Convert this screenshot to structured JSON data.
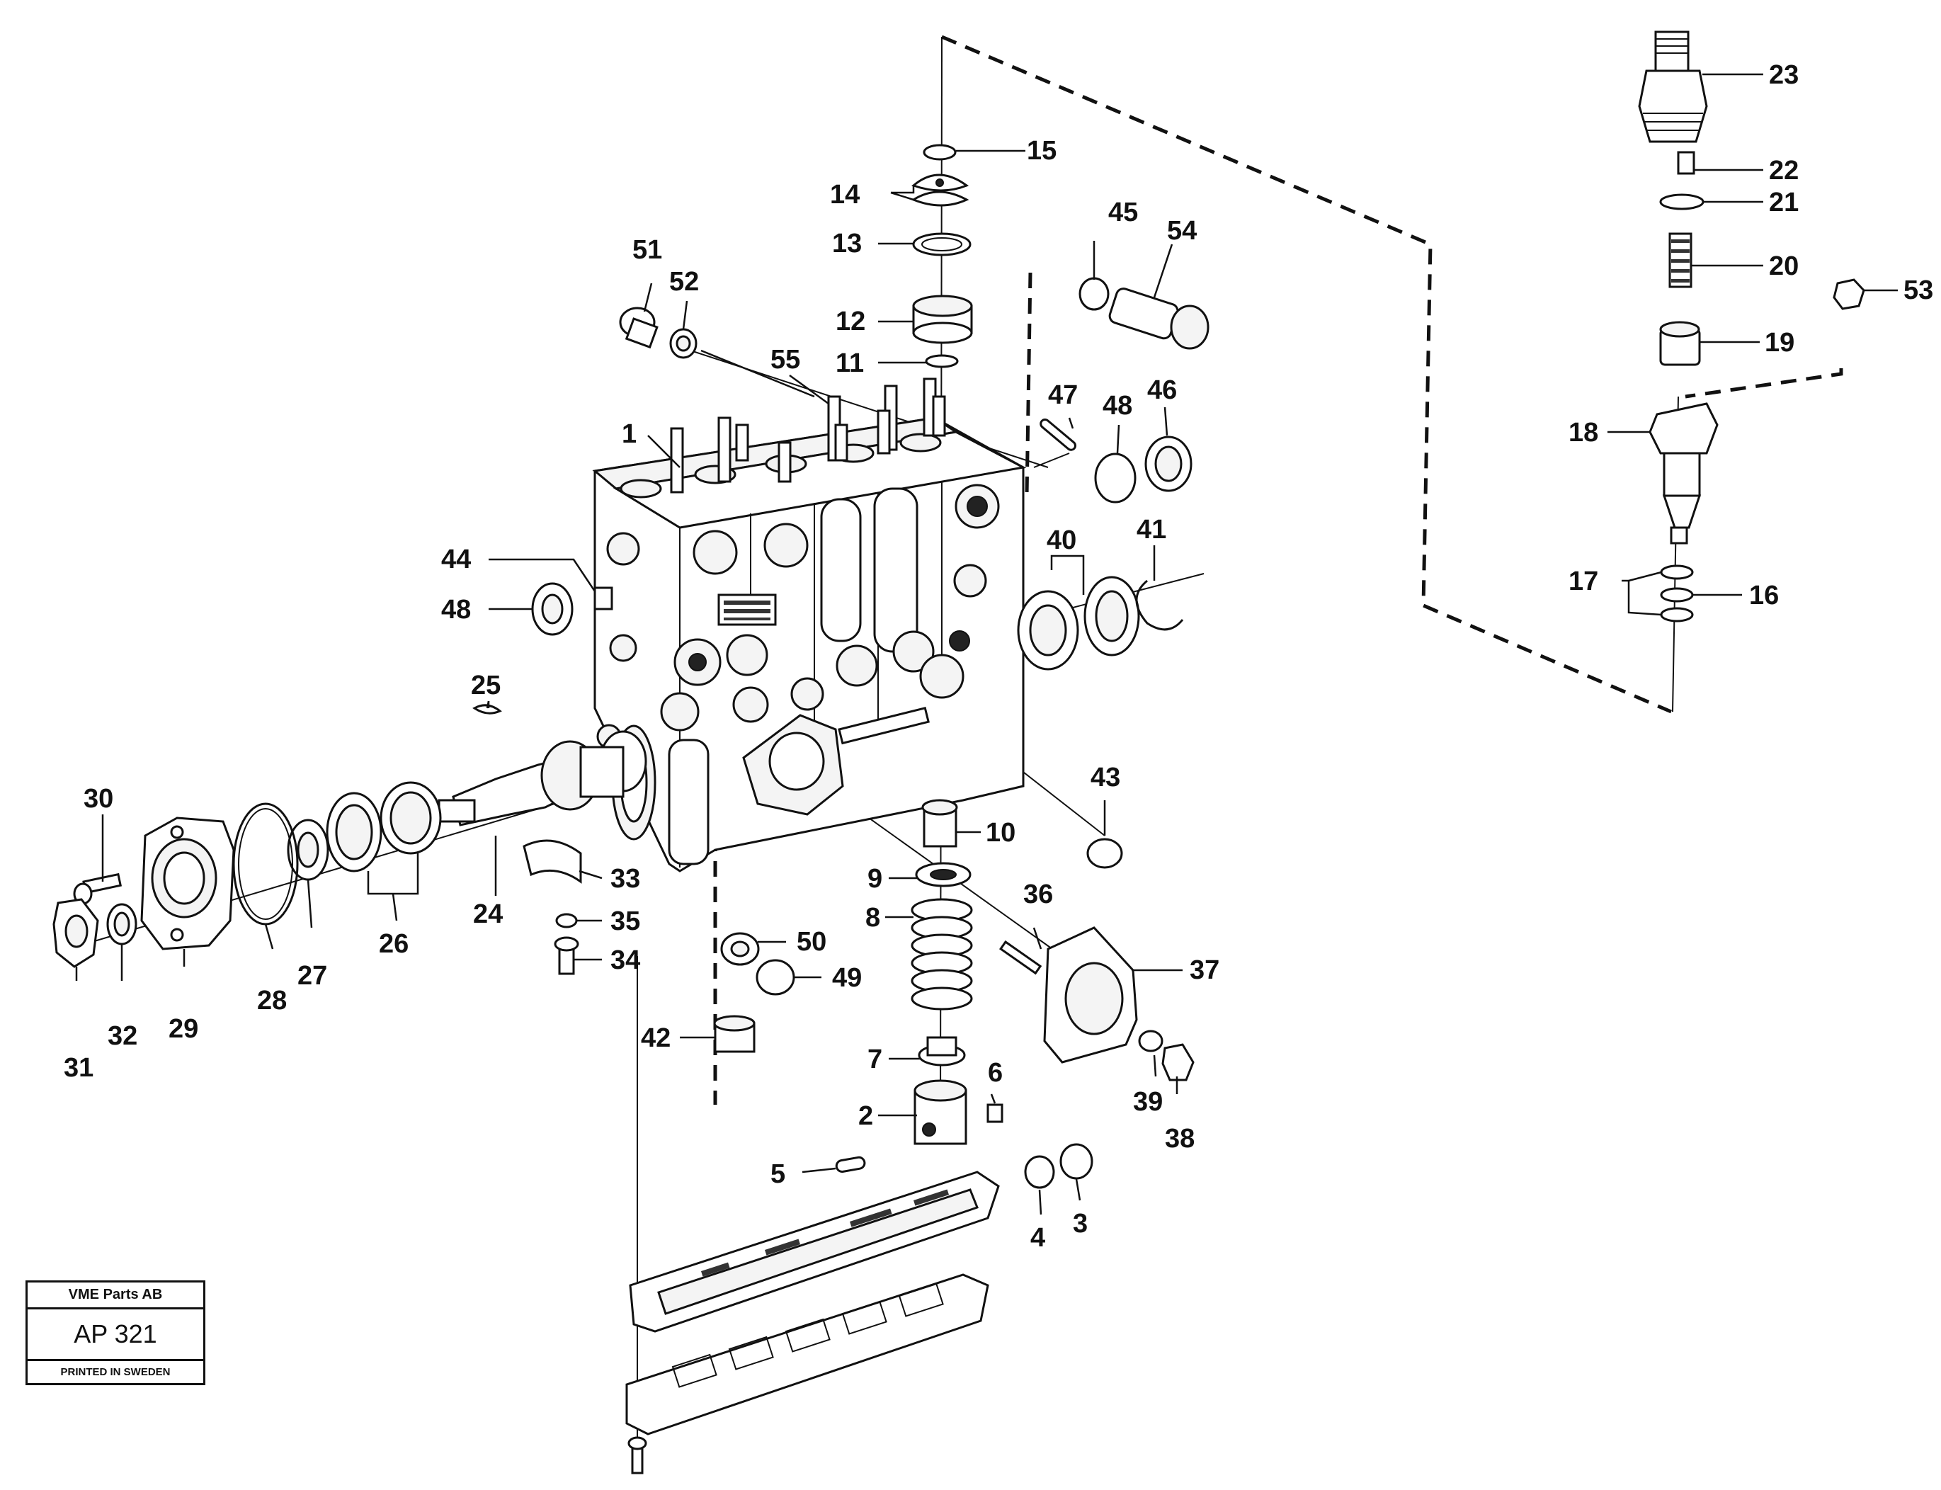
{
  "title_block": {
    "company": "VME Parts AB",
    "code": "AP 321",
    "printed": "PRINTED IN SWEDEN"
  },
  "part_labels": [
    "1",
    "2",
    "3",
    "4",
    "5",
    "6",
    "7",
    "8",
    "9",
    "10",
    "11",
    "12",
    "13",
    "14",
    "15",
    "16",
    "17",
    "18",
    "19",
    "20",
    "21",
    "22",
    "23",
    "24",
    "25",
    "26",
    "27",
    "28",
    "29",
    "30",
    "31",
    "32",
    "33",
    "34",
    "35",
    "36",
    "37",
    "38",
    "39",
    "40",
    "41",
    "42",
    "43",
    "44",
    "45",
    "46",
    "47",
    "48",
    "49",
    "50",
    "51",
    "52",
    "53",
    "54",
    "55"
  ],
  "extra_labels": {
    "48b": "48"
  }
}
